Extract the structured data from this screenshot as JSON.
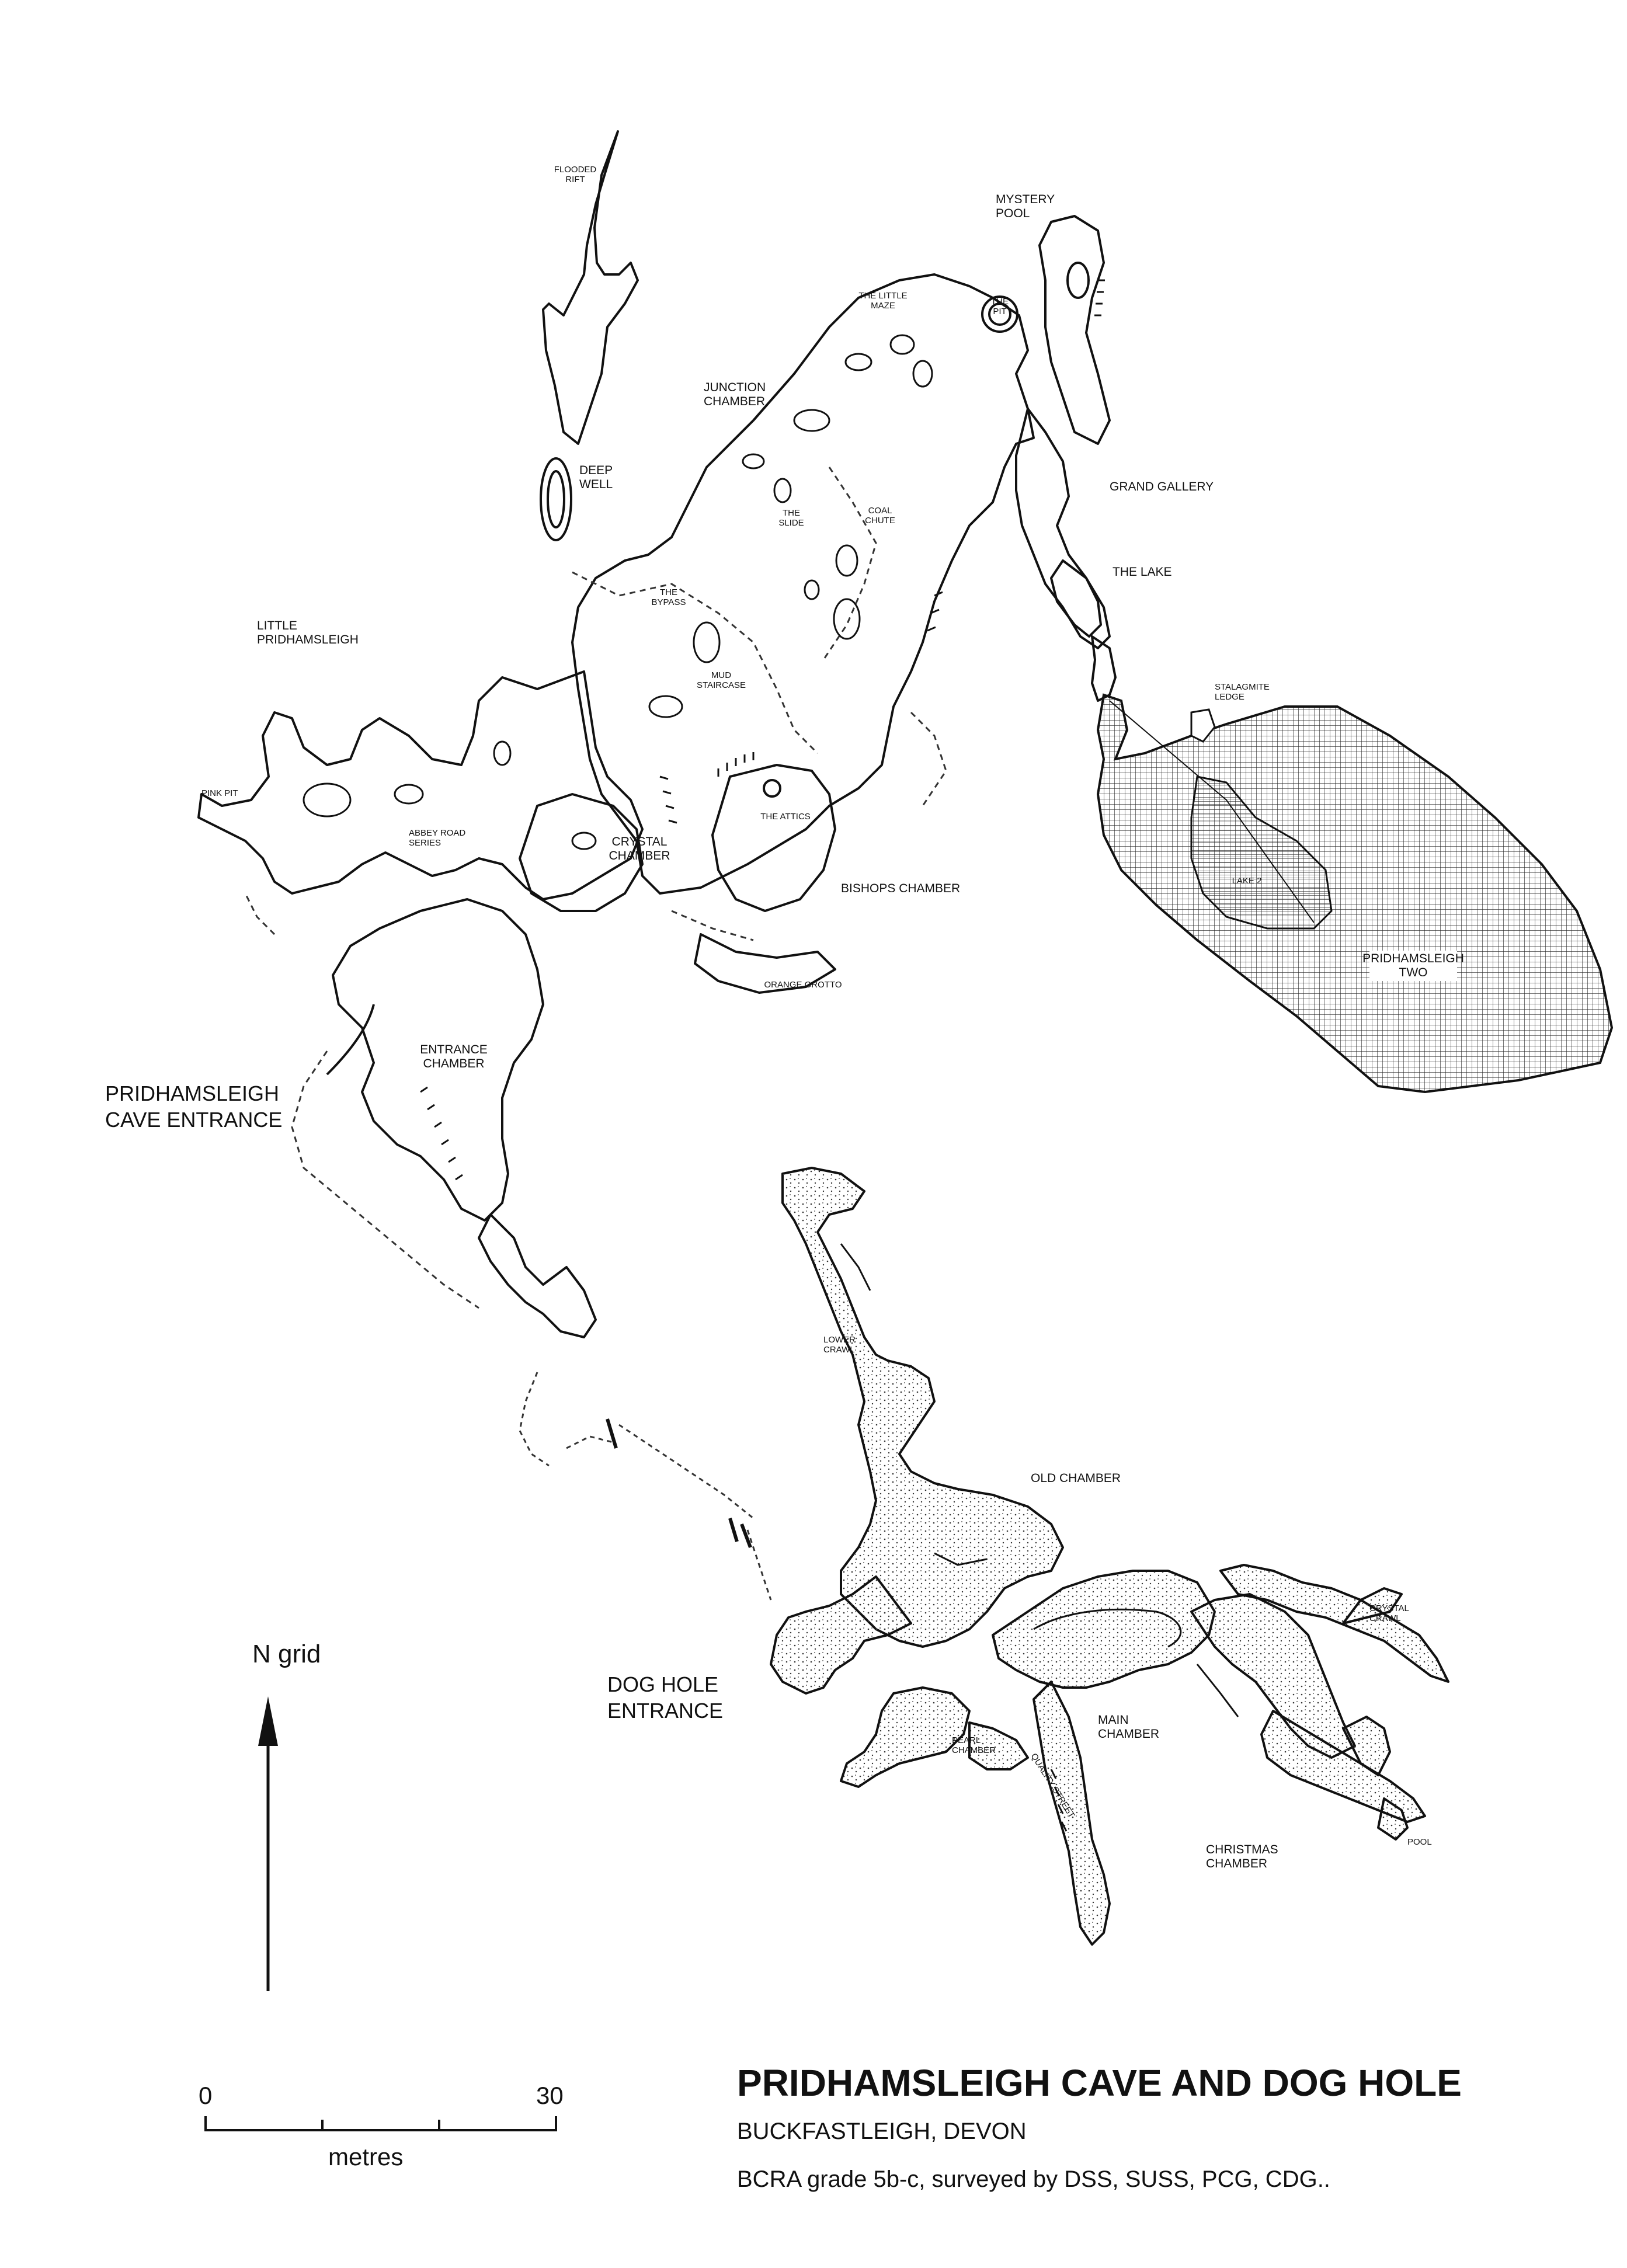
{
  "map": {
    "labels": {
      "flooded_rift": "FLOODED\nRIFT",
      "mystery_pool": "MYSTERY\nPOOL",
      "the_little_maze": "THE LITTLE\nMAZE",
      "the_pit": "THE\nPIT",
      "junction_chamber": "JUNCTION\nCHAMBER",
      "deep_well": "DEEP\nWELL",
      "grand_gallery": "GRAND GALLERY",
      "the_slide": "THE\nSLIDE",
      "coal_chute": "COAL\nCHUTE",
      "the_lake": "THE LAKE",
      "the_bypass": "THE\nBYPASS",
      "little_pridhamsleigh": "LITTLE\nPRIDHAMSLEIGH",
      "mud_staircase": "MUD\nSTAIRCASE",
      "stalagmite_ledge": "STALAGMITE\nLEDGE",
      "pink_pit": "PINK PIT",
      "abbey_road_series": "ABBEY ROAD\nSERIES",
      "the_attics": "THE ATTICS",
      "crystal_chamber": "CRYSTAL\nCHAMBER",
      "bishops_chamber": "BISHOPS CHAMBER",
      "lake_2": "LAKE 2",
      "pridhamsleigh_two": "PRIDHAMSLEIGH\nTWO",
      "orange_grotto": "ORANGE GROTTO",
      "entrance_chamber": "ENTRANCE\nCHAMBER",
      "pridhamsleigh_cave_entrance": "PRIDHAMSLEIGH\nCAVE ENTRANCE",
      "lower_crawl": "LOWER\nCRAWL",
      "old_chamber": "OLD CHAMBER",
      "crystal_crawl": "CRYSTAL\nCRAWL",
      "dog_hole_entrance": "DOG HOLE\nENTRANCE",
      "main_chamber": "MAIN\nCHAMBER",
      "quality_street": "QUALITY STREET",
      "pearl_chamber": "PEARL\nCHAMBER",
      "christmas_chamber": "CHRISTMAS\nCHAMBER",
      "pool": "POOL"
    },
    "north_label": "N grid",
    "scale": {
      "min_label": "0",
      "max_label": "30",
      "unit": "metres"
    },
    "title": "PRIDHAMSLEIGH CAVE AND DOG HOLE",
    "location": "BUCKFASTLEIGH, DEVON",
    "credits": "BCRA grade 5b-c, surveyed by DSS, SUSS, PCG, CDG.."
  }
}
